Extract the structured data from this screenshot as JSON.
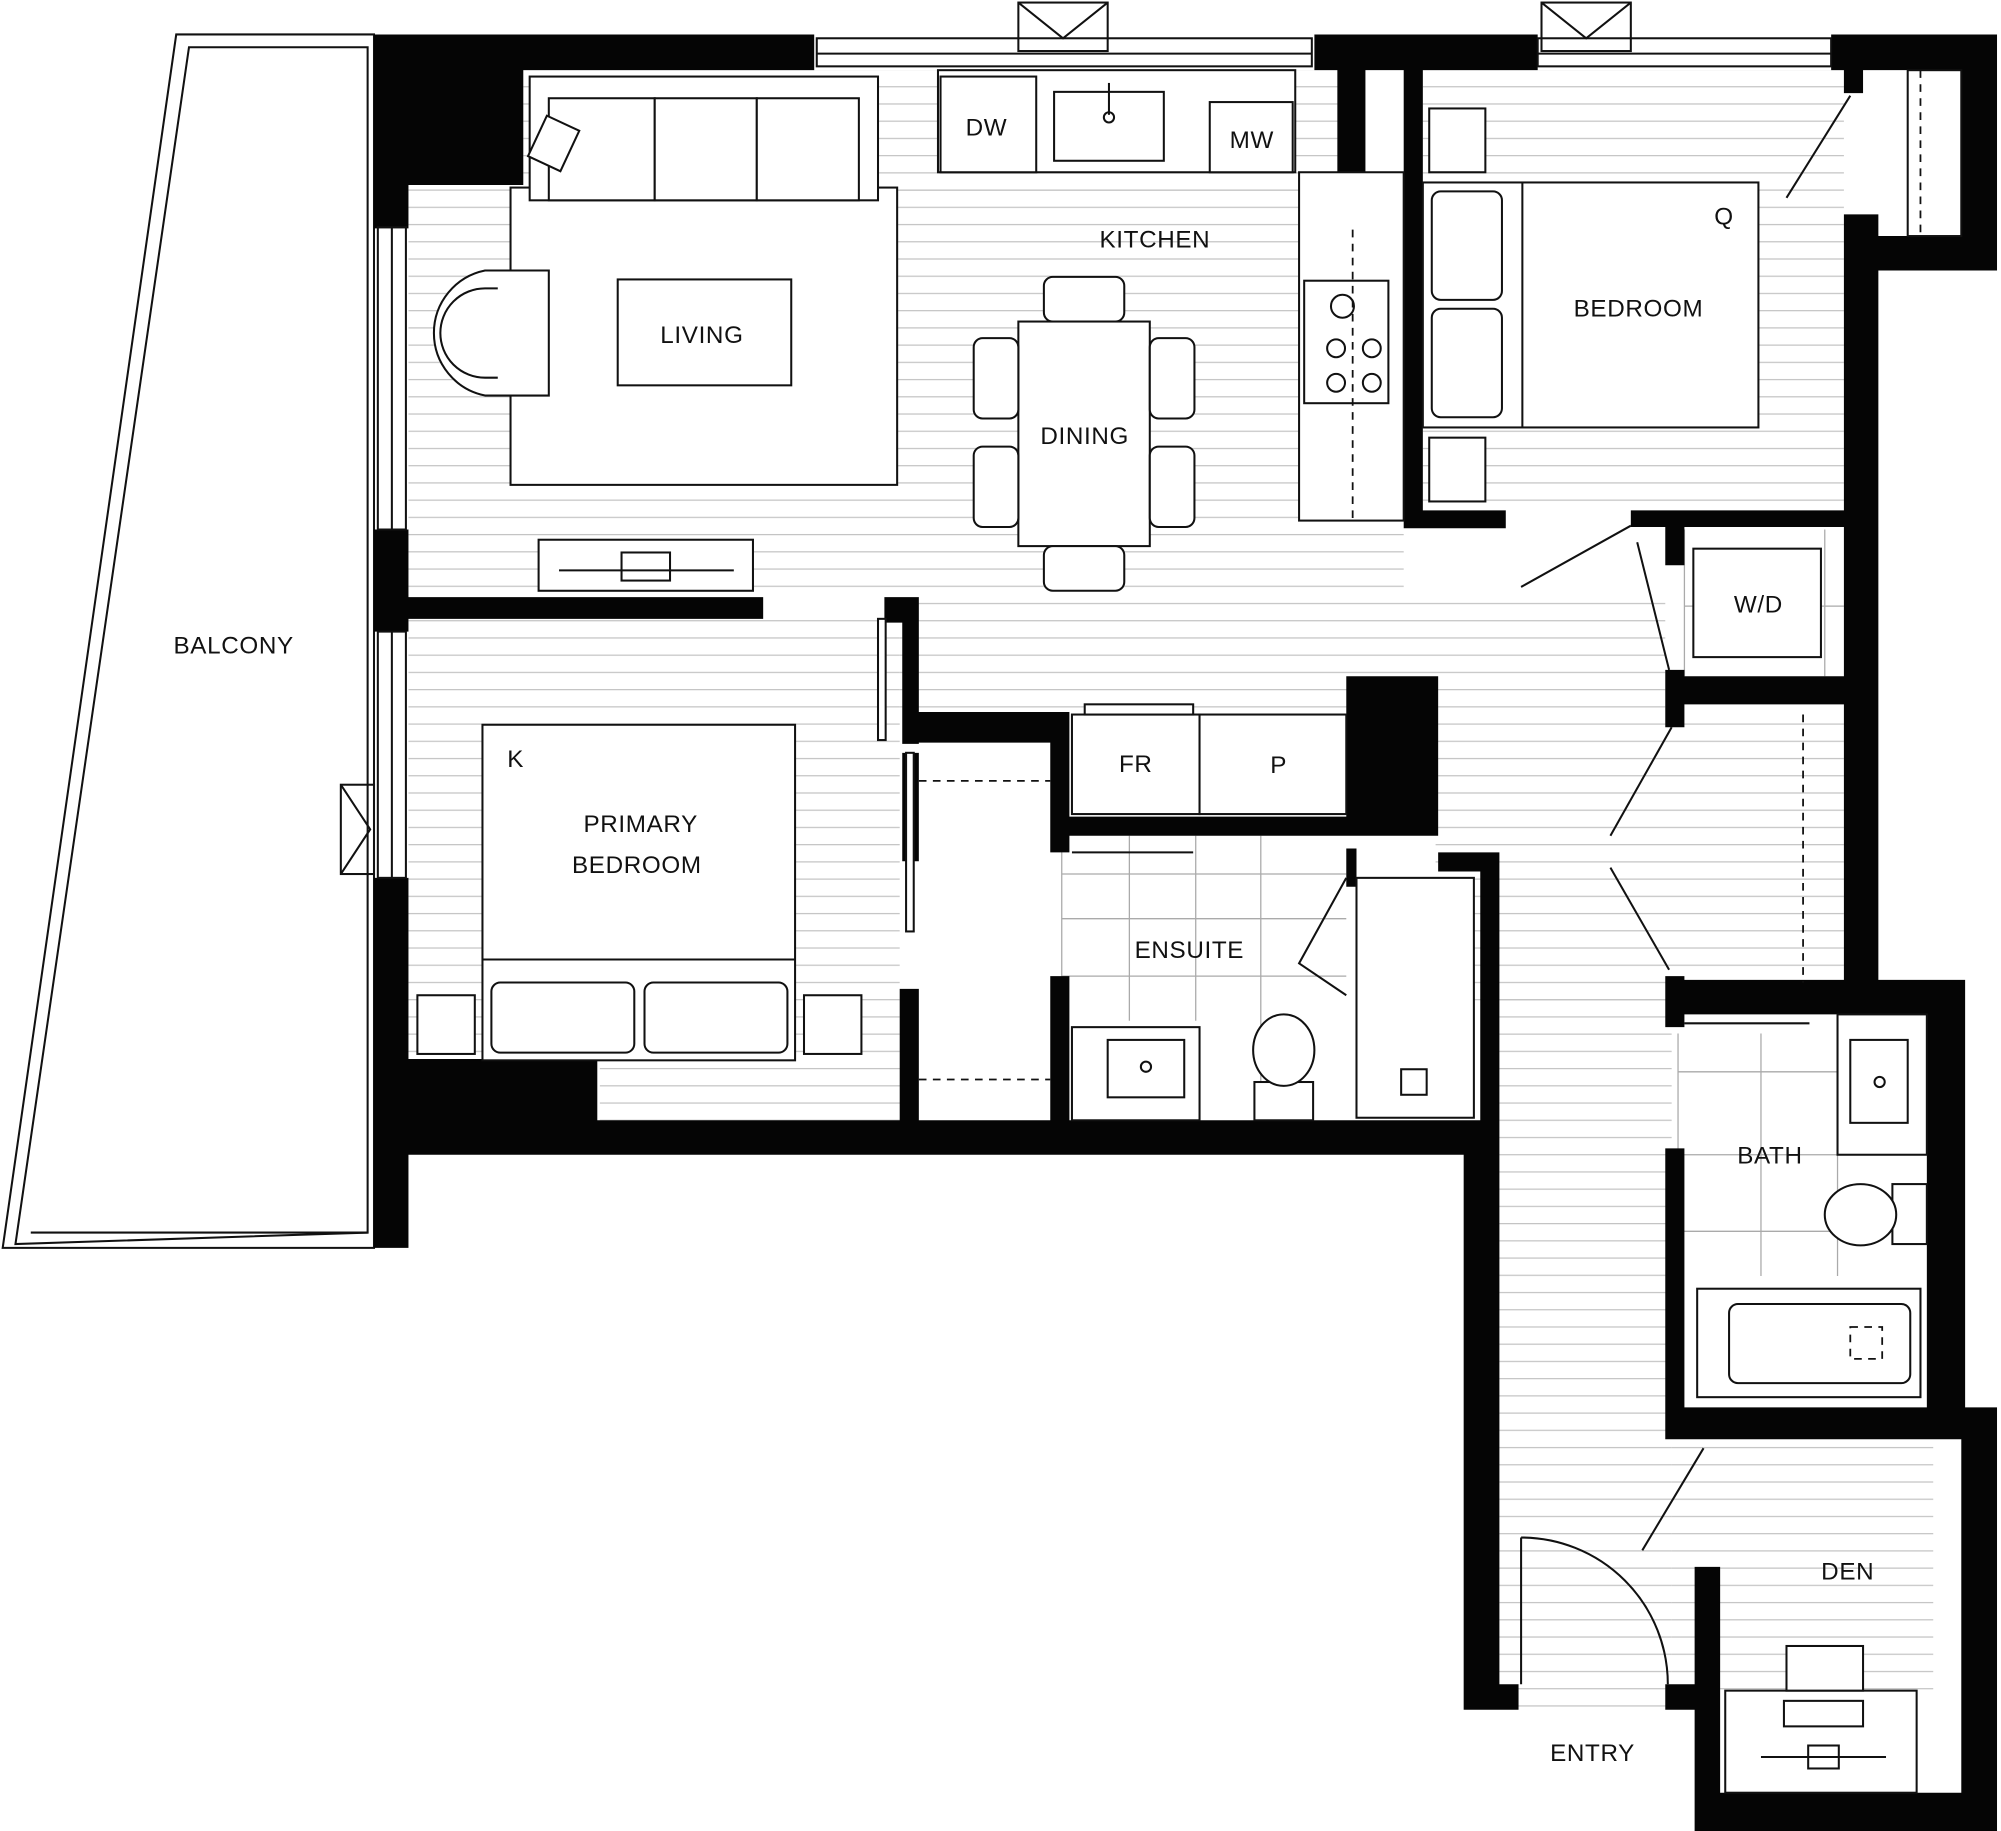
{
  "plan": {
    "title": "Floor plan",
    "rooms": {
      "balcony": "BALCONY",
      "living": "LIVING",
      "kitchen": "KITCHEN",
      "dining": "DINING",
      "bedroom": "BEDROOM",
      "primary_bedroom_line1": "PRIMARY",
      "primary_bedroom_line2": "BEDROOM",
      "ensuite": "ENSUITE",
      "bath": "BATH",
      "den": "DEN",
      "entry": "ENTRY",
      "washer_dryer": "W/D"
    },
    "appliances": {
      "dishwasher": "DW",
      "microwave": "MW",
      "fridge": "FR",
      "pantry": "P"
    },
    "bed_sizes": {
      "bedroom": "Q",
      "primary_bedroom": "K"
    },
    "colors": {
      "wall": "#050505",
      "floor_lines": "#bdbdbd"
    }
  }
}
